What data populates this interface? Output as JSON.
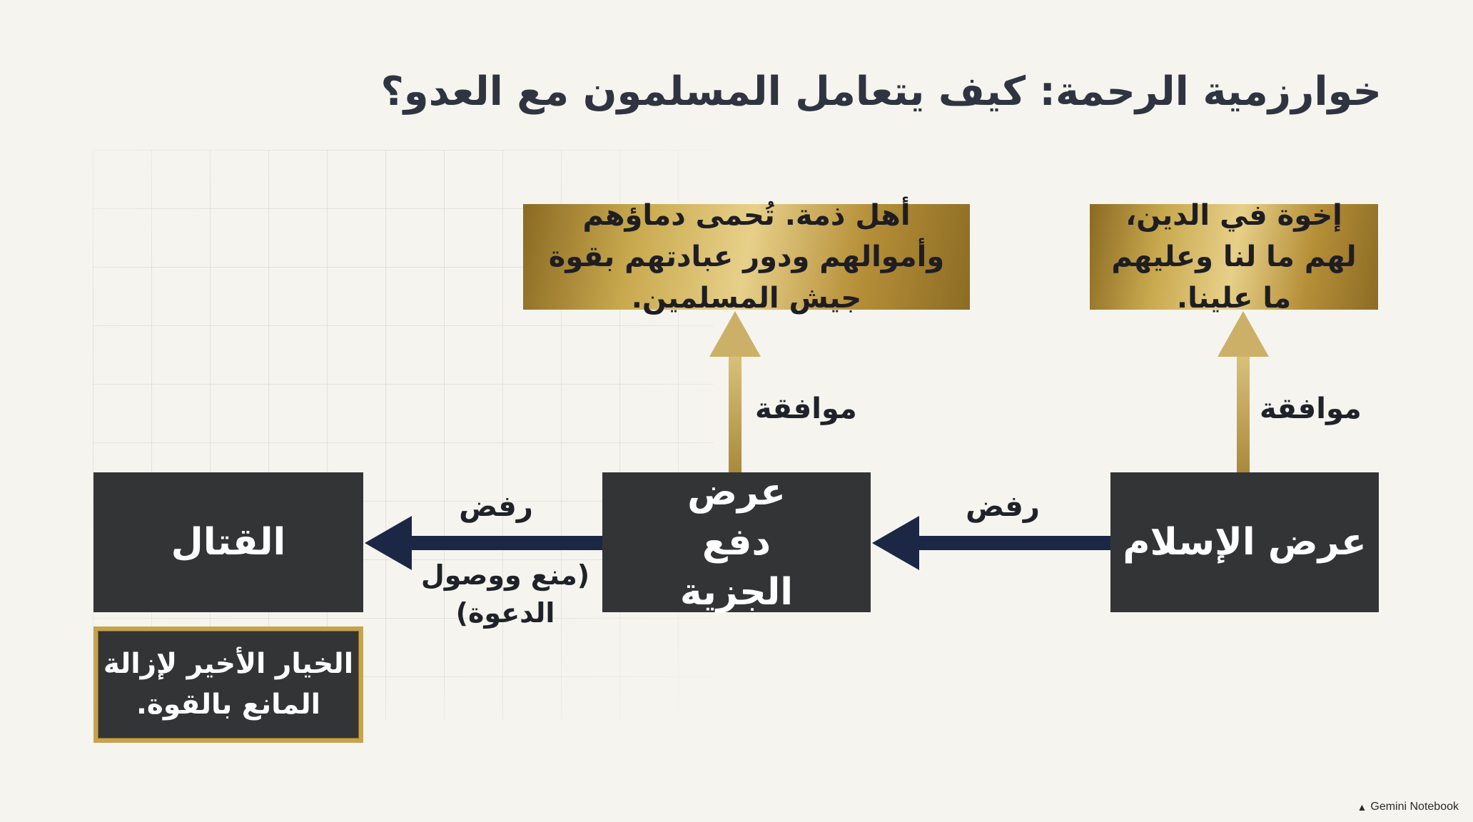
{
  "title": "خوارزمية الرحمة: كيف يتعامل المسلمون مع العدو؟",
  "nodes": {
    "islam_offer": "عرض الإسلام",
    "jizya_offer": "عرض دفع الجزية",
    "fighting": "القتال"
  },
  "outcomes": {
    "brotherhood": "إخوة في الدين، لهم ما لنا وعليهم ما علينا.",
    "dhimma": "أهل ذمة. تُحمى دماؤهم وأموالهم ودور عبادتهم بقوة جيش المسلمين."
  },
  "note": "الخيار الأخير لإزالة المانع بالقوة.",
  "labels": {
    "accept_1": "موافقة",
    "accept_2": "موافقة",
    "reject_1": "رفض",
    "reject_2": "رفض",
    "reject_2_reason": "(منع ووصول الدعوة)"
  },
  "colors": {
    "dark_box": "#333436",
    "gold": "#c9a94e",
    "navy_arrow": "#1c2745",
    "background": "#f5f4ef"
  },
  "watermark": {
    "icon": "gemini-notebook-icon",
    "text": "Gemini Notebook"
  }
}
